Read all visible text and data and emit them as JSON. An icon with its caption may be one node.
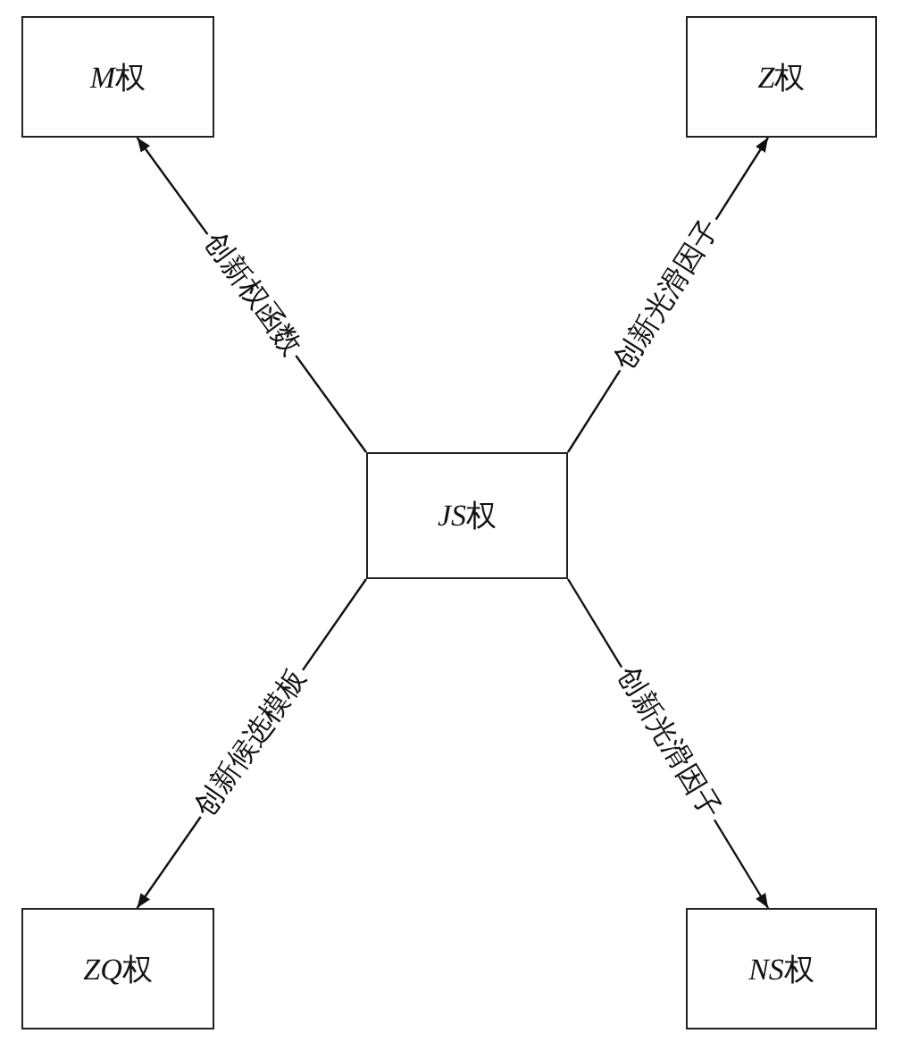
{
  "diagram": {
    "nodes": [
      {
        "text": [
          "M权"
        ]
      },
      {
        "text": [
          "Z权"
        ]
      },
      {
        "text": [
          "JS权"
        ]
      },
      {
        "text": [
          "ZQ权"
        ]
      },
      {
        "text": [
          "NS权"
        ]
      }
    ],
    "edges": [
      {
        "from": 2,
        "to": 0,
        "arrow": "to",
        "label": "创新权函数"
      },
      {
        "from": 2,
        "to": 1,
        "arrow": "to",
        "label": "创新光滑因子"
      },
      {
        "from": 2,
        "to": 3,
        "arrow": "to",
        "label": "创新候选模板"
      },
      {
        "from": 2,
        "to": 4,
        "arrow": "to",
        "label": "创新光滑因子"
      }
    ]
  }
}
